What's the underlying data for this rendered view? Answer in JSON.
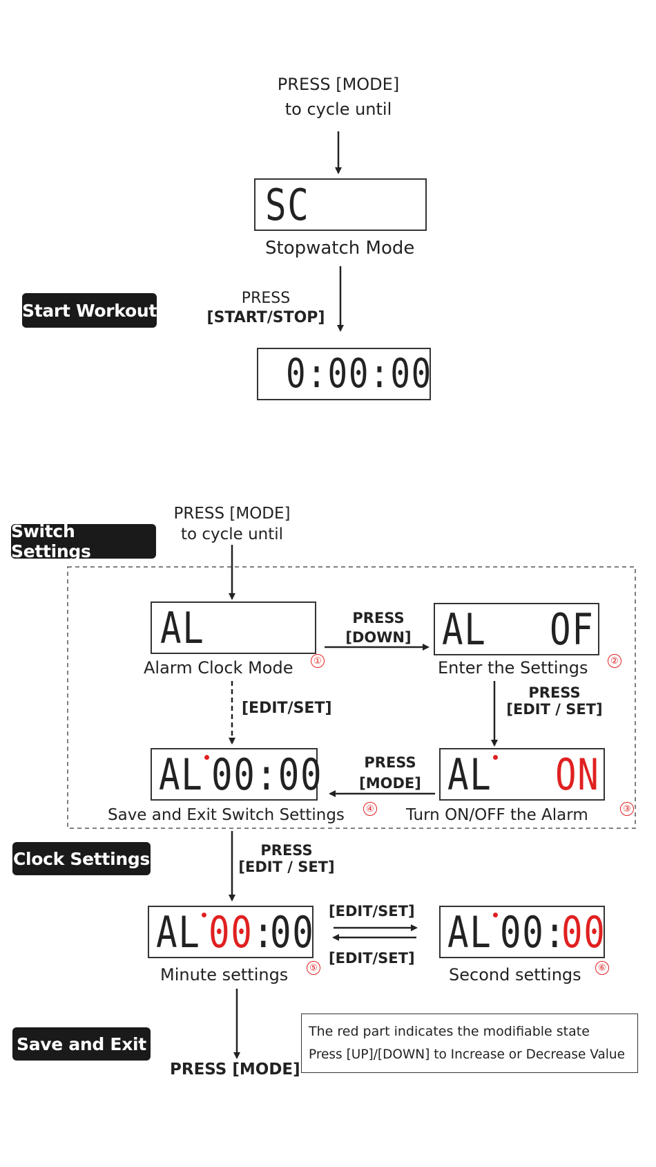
{
  "section_badges": {
    "start_workout": "Start Workout",
    "switch_settings": "Switch Settings",
    "clock_settings": "Clock Settings",
    "save_and_exit": "Save and Exit"
  },
  "stopwatch": {
    "press_mode_line1": "PRESS [MODE]",
    "press_mode_line2": "to cycle until",
    "display_sc": "SC",
    "mode_caption": "Stopwatch Mode",
    "press_start_line1": "PRESS",
    "press_start_line2": "[START/STOP]",
    "display_time": "0:00:00"
  },
  "alarm": {
    "press_mode_line1": "PRESS [MODE]",
    "press_mode_line2": "to cycle until",
    "display1": "AL",
    "caption1": "Alarm Clock Mode",
    "step1": "①",
    "press_down_line1": "PRESS",
    "press_down_line2": "[DOWN]",
    "display2_left": "AL",
    "display2_right": "OF",
    "caption2": "Enter  the Settings",
    "step2": "②",
    "edit_set_dashed": "[EDIT/SET]",
    "press_edit_line1": "PRESS",
    "press_edit_line2": "[EDIT / SET]",
    "display4_left": "AL",
    "display4_right": "00:00",
    "caption4": "Save and Exit Switch Settings",
    "step4": "④",
    "press_mode2_line1": "PRESS",
    "press_mode2_line2": "[MODE]",
    "display3_left": "AL",
    "display3_right": "ON",
    "caption3": "Turn ON/OFF the Alarm",
    "step3": "③"
  },
  "clock": {
    "press_edit_line1": "PRESS",
    "press_edit_line2": "[EDIT / SET]",
    "display5_left": "AL",
    "display5_min": "00",
    "display5_colon": ":",
    "display5_sec": "00",
    "caption5": "Minute settings",
    "step5": "⑤",
    "edit_set_top": "[EDIT/SET]",
    "edit_set_bottom": "[EDIT/SET]",
    "display6_left": "AL",
    "display6_min": "00",
    "display6_colon": ":",
    "display6_sec": "00",
    "caption6": "Second settings",
    "step6": "⑥",
    "press_mode_final": "PRESS [MODE]"
  },
  "note": {
    "line1": "The red part indicates the modifiable state",
    "line2": "Press [UP]/[DOWN] to Increase or Decrease Value"
  },
  "colors": {
    "highlight": "#e02020",
    "badge_bg": "#1a1a1a"
  }
}
